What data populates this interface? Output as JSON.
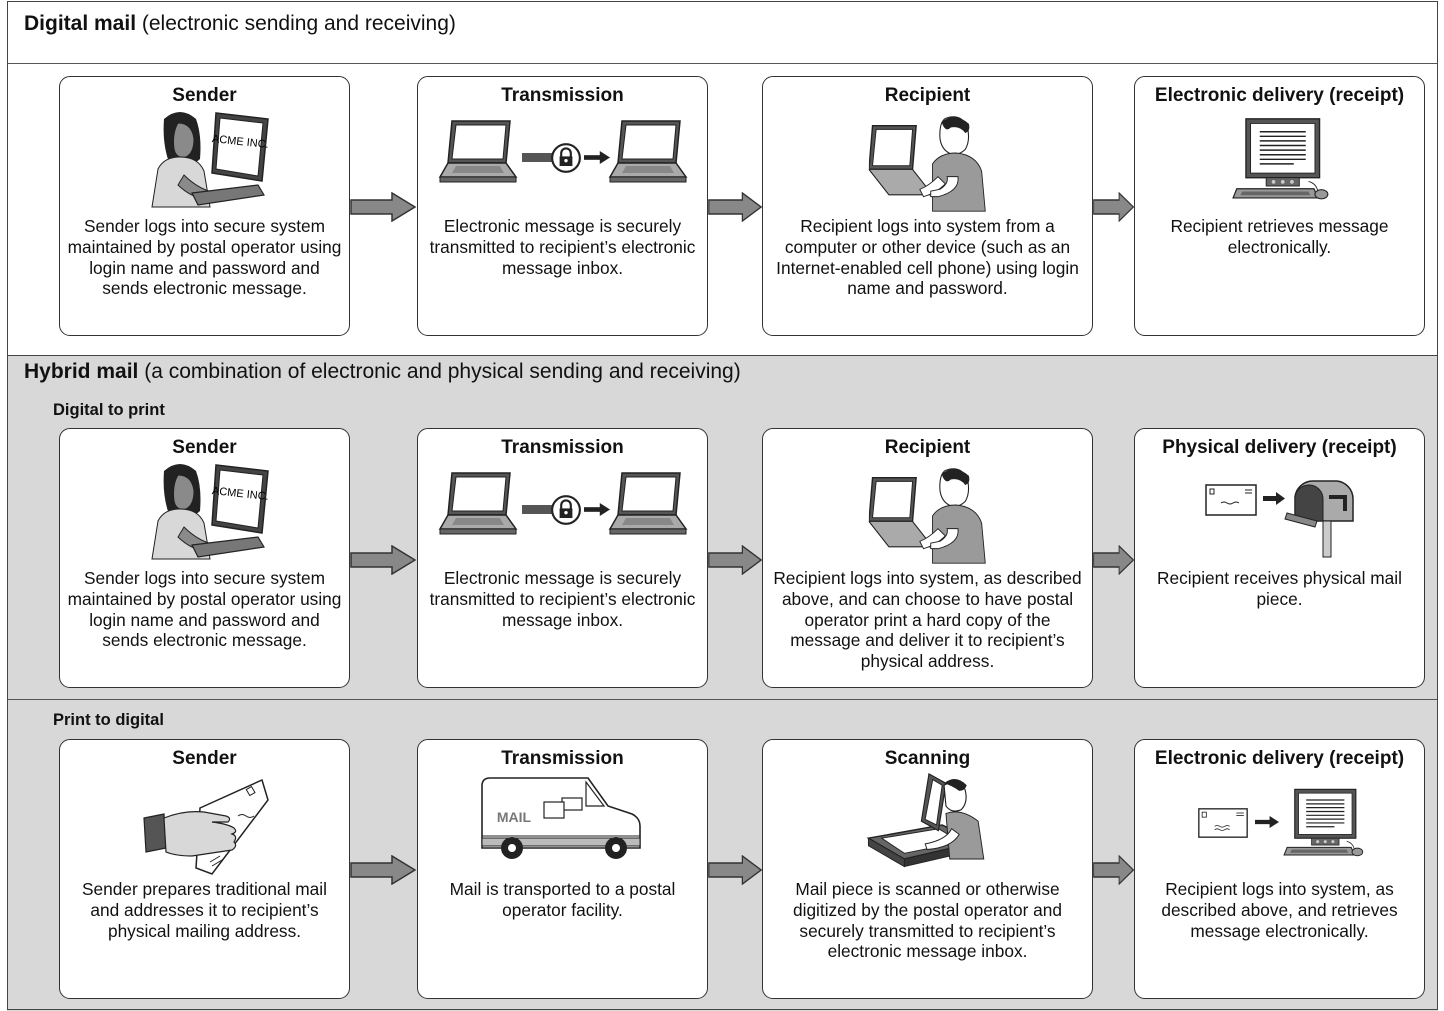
{
  "digital": {
    "title_bold": "Digital mail",
    "title_rest": " (electronic sending and receiving)",
    "boxes": [
      {
        "title": "Sender",
        "icon": "woman-laptop-icon",
        "laptop_text": "ACME INC.",
        "text": "Sender logs into secure system maintained by postal operator using login name and password and sends electronic message."
      },
      {
        "title": "Transmission",
        "icon": "laptop-lock-laptop-icon",
        "text": "Electronic message is securely transmitted to recipient’s electronic message inbox."
      },
      {
        "title": "Recipient",
        "icon": "man-laptop-icon",
        "text": "Recipient logs into system from a computer or other device (such as an Internet-enabled cell phone) using login name and password."
      },
      {
        "title": "Electronic delivery (receipt)",
        "icon": "desktop-computer-icon",
        "text": "Recipient retrieves message electronically."
      }
    ]
  },
  "hybrid": {
    "title_bold": "Hybrid mail",
    "title_rest": " (a combination of electronic and physical sending and receiving)",
    "digital_to_print": {
      "subtitle": "Digital to print",
      "boxes": [
        {
          "title": "Sender",
          "icon": "woman-laptop-icon",
          "laptop_text": "ACME INC.",
          "text": "Sender logs into secure system maintained by postal operator using login name and password and sends electronic message."
        },
        {
          "title": "Transmission",
          "icon": "laptop-lock-laptop-icon",
          "text": "Electronic message is securely transmitted to recipient’s electronic message inbox."
        },
        {
          "title": "Recipient",
          "icon": "man-laptop-icon",
          "text": "Recipient logs into system, as described above, and can choose to have postal operator print a hard copy of the message and deliver it to recipient’s physical address."
        },
        {
          "title": "Physical delivery (receipt)",
          "icon": "envelope-mailbox-icon",
          "text": "Recipient receives physical mail piece."
        }
      ]
    },
    "print_to_digital": {
      "subtitle": "Print to digital",
      "boxes": [
        {
          "title": "Sender",
          "icon": "hand-envelope-icon",
          "text": "Sender prepares traditional mail and addresses it to recipient’s physical mailing address."
        },
        {
          "title": "Transmission",
          "icon": "mail-truck-icon",
          "truck_text": "MAIL",
          "text": "Mail is transported to a postal operator facility."
        },
        {
          "title": "Scanning",
          "icon": "man-scanner-icon",
          "text": "Mail piece is scanned or otherwise digitized by the postal operator and securely transmitted to recipient’s electronic message inbox."
        },
        {
          "title": "Electronic delivery (receipt)",
          "icon": "envelope-computer-icon",
          "text": "Recipient logs into system, as described above, and retrieves message electronically."
        }
      ]
    }
  }
}
